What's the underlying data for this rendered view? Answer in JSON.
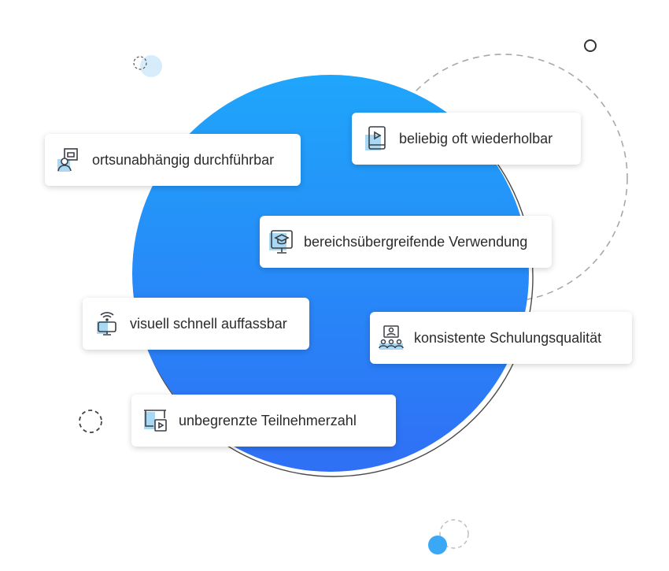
{
  "colors": {
    "circle_top": "#1fa6fb",
    "circle_bottom": "#2f6ff5",
    "icon_stroke": "#3a3f45",
    "icon_fill": "#a9d8f5",
    "dot_blue": "#3aa8f5"
  },
  "features": [
    {
      "label": "ortsunabhängig durchführbar",
      "icon": "remote-presenter-icon"
    },
    {
      "label": "beliebig oft wiederholbar",
      "icon": "video-book-icon"
    },
    {
      "label": "bereichsübergreifende Verwendung",
      "icon": "graduation-monitor-icon"
    },
    {
      "label": "visuell schnell auffassbar",
      "icon": "wireless-monitor-icon"
    },
    {
      "label": "konsistente Schulungsqualität",
      "icon": "audience-screen-icon"
    },
    {
      "label": "unbegrenzte Teilnehmerzahl",
      "icon": "projector-video-icon"
    }
  ]
}
